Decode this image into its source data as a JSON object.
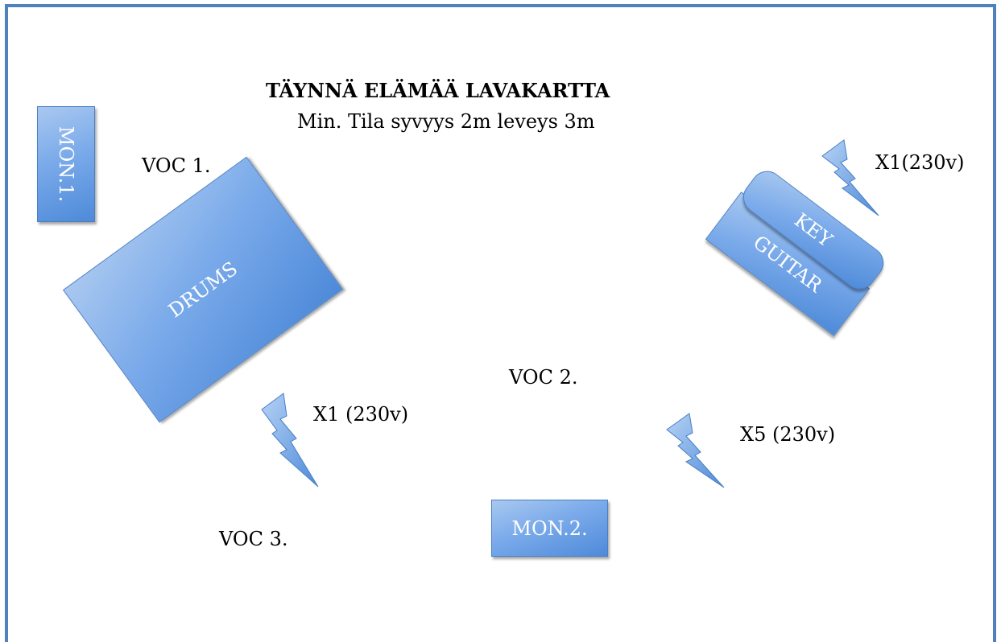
{
  "title": "TÄYNNÄ ELÄMÄÄ LAVAKARTTA",
  "subtitle": "Min. Tila syvyys 2m leveys 3m",
  "equipment": {
    "mon1": "MON.1.",
    "mon2": "MON.2.",
    "drums": "DRUMS",
    "key": "KEY",
    "guitar": "GUITAR"
  },
  "vocals": {
    "voc1": "VOC 1.",
    "voc2": "VOC 2.",
    "voc3": "VOC 3."
  },
  "power": {
    "top_right": "X1(230v)",
    "center_left": "X1 (230v)",
    "center_right": "X5 (230v)"
  },
  "colors": {
    "border": "#4f81bd",
    "box_fill": "#7aaaea"
  },
  "icons": [
    "lightning-icon"
  ]
}
